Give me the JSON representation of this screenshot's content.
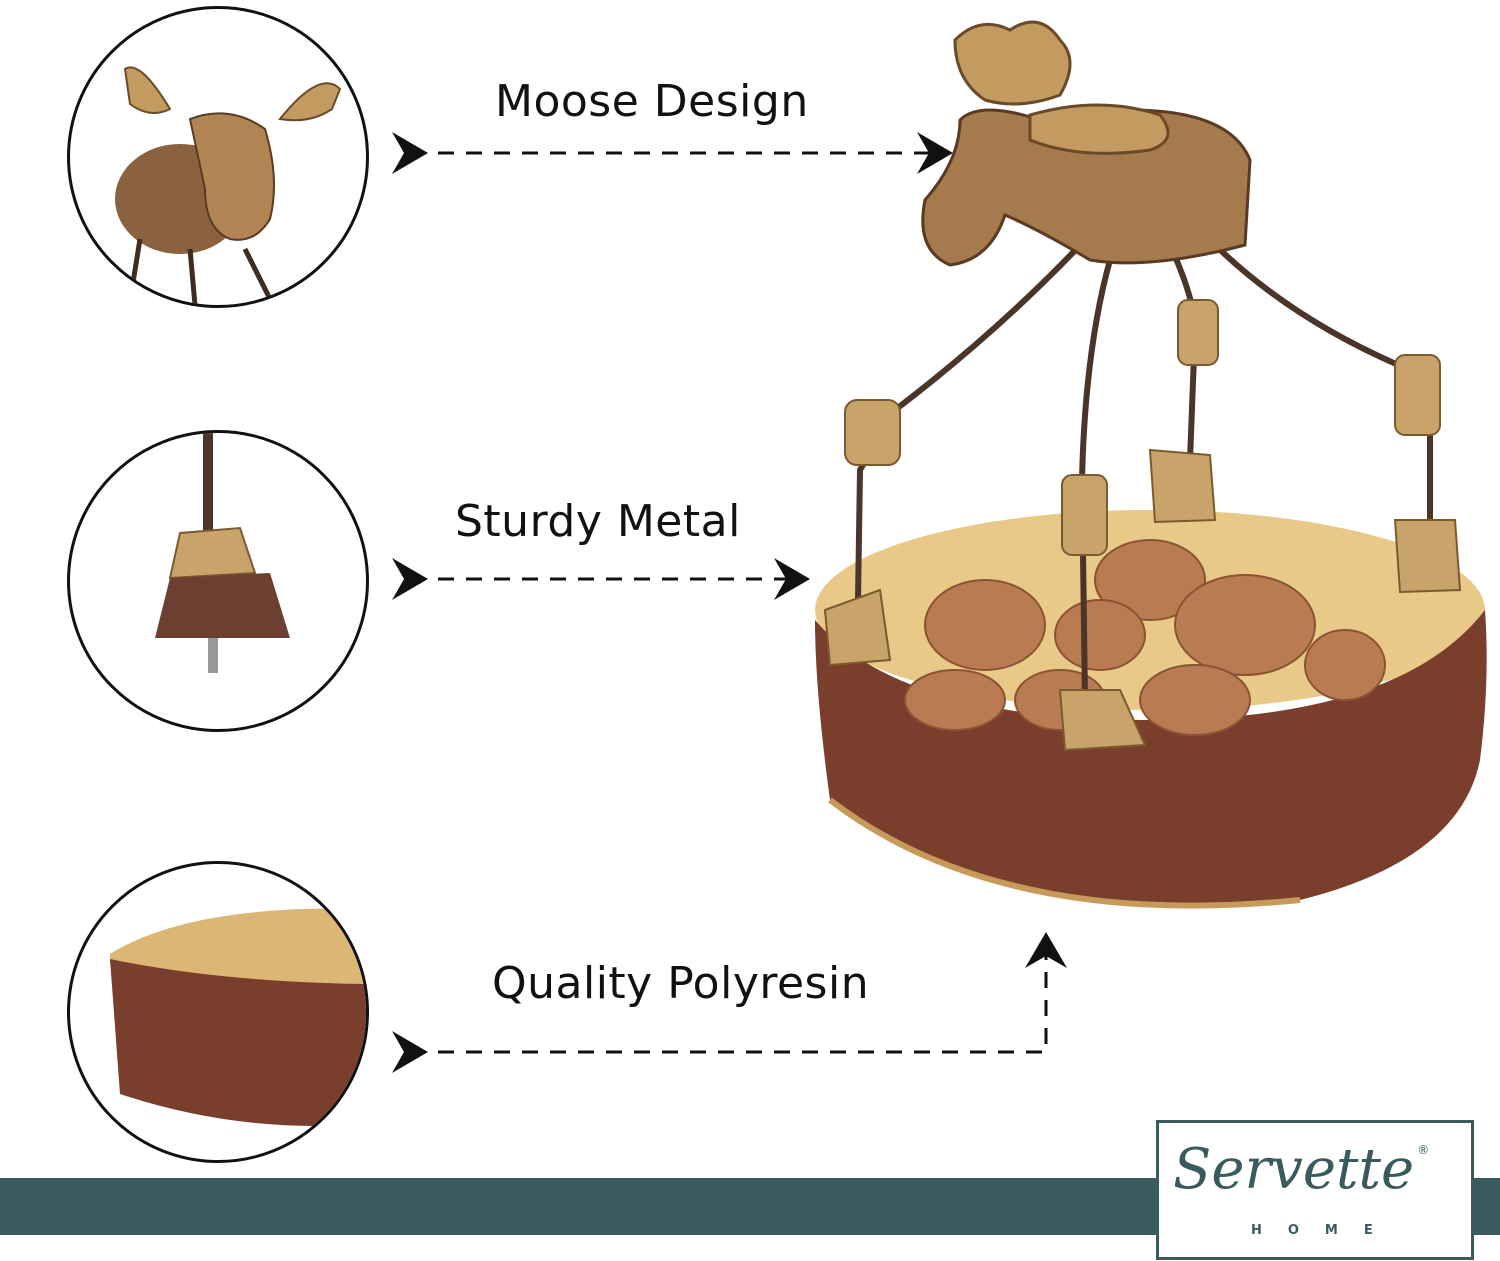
{
  "callouts": [
    {
      "label": "Moose Design",
      "icon": "moose-head-closeup"
    },
    {
      "label": "Sturdy Metal",
      "icon": "metal-leg-foot-closeup"
    },
    {
      "label": "Quality Polyresin",
      "icon": "bark-bowl-closeup"
    }
  ],
  "product": {
    "icon": "moose-nut-bowl"
  },
  "brand": {
    "name": "Servette",
    "sub": "HOME",
    "mark": "®"
  },
  "colors": {
    "brand_teal": "#3a5b5d",
    "bark": "#7a3e2c",
    "wood": "#c9a46a",
    "walnut": "#b97b52"
  }
}
